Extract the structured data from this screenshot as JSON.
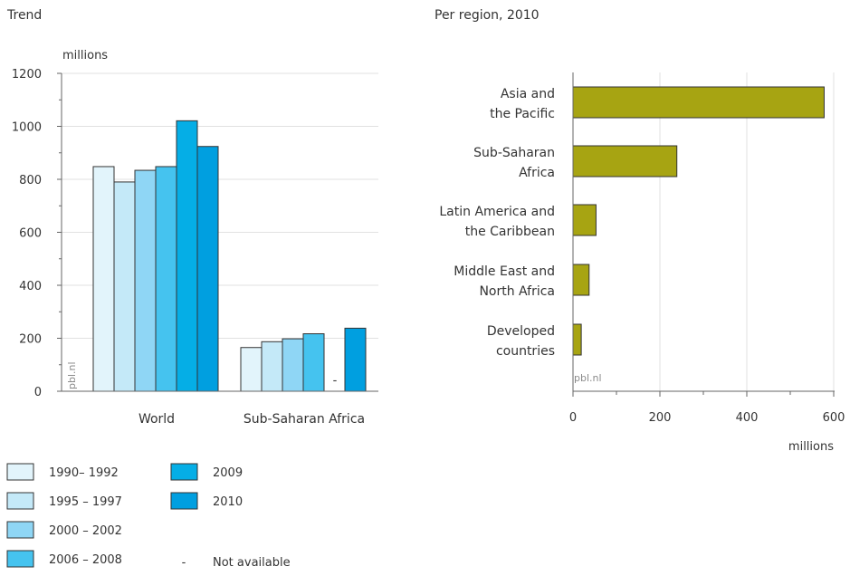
{
  "chart_data": [
    {
      "type": "bar",
      "title": "Trend",
      "ylabel": "millions",
      "ylim": [
        0,
        1200
      ],
      "yticks": [
        0,
        200,
        400,
        600,
        800,
        1000,
        1200
      ],
      "categories": [
        "World",
        "Sub-Saharan Africa"
      ],
      "series": [
        {
          "name": "1990– 1992",
          "values": [
            848,
            165
          ],
          "color": "#e2f4fb"
        },
        {
          "name": "1995 – 1997",
          "values": [
            790,
            187
          ],
          "color": "#c4e9f8"
        },
        {
          "name": "2000 – 2002",
          "values": [
            834,
            198
          ],
          "color": "#8fd6f5"
        },
        {
          "name": "2006 – 2008",
          "values": [
            848,
            217
          ],
          "color": "#45c3ef"
        },
        {
          "name": "2009",
          "values": [
            1021,
            null
          ],
          "color": "#05aee6"
        },
        {
          "name": "2010",
          "values": [
            924,
            238
          ],
          "color": "#009fe0"
        }
      ],
      "not_available_marker": "-",
      "credit": "pbl.nl"
    },
    {
      "type": "bar",
      "orientation": "horizontal",
      "title": "Per region, 2010",
      "xlabel": "millions",
      "xlim": [
        0,
        600
      ],
      "xticks": [
        0,
        200,
        400,
        600
      ],
      "categories": [
        [
          "Asia and",
          "the Pacific"
        ],
        [
          "Sub-Saharan",
          "Africa"
        ],
        [
          "Latin America and",
          "the Caribbean"
        ],
        [
          "Middle East and",
          "North Africa"
        ],
        [
          "Developed",
          "countries"
        ]
      ],
      "values": [
        578,
        239,
        53,
        37,
        19
      ],
      "color": "#a7a412",
      "credit": "pbl.nl"
    }
  ],
  "legend": {
    "not_available_symbol": "-",
    "not_available_label": "Not available"
  }
}
